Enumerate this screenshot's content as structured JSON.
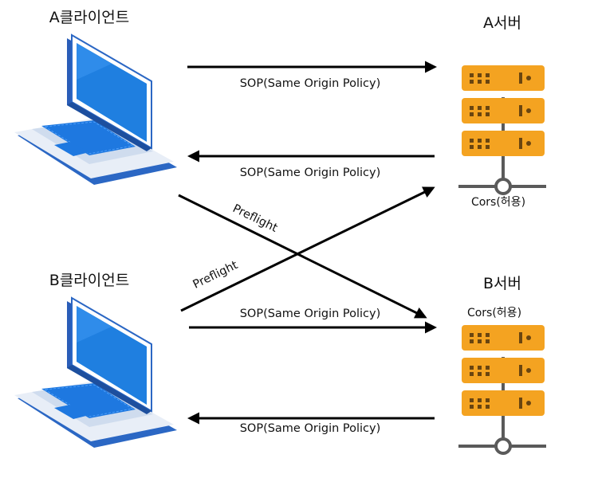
{
  "client_a": {
    "title": "A클라이언트"
  },
  "client_b": {
    "title": "B클라이언트"
  },
  "server_a": {
    "title": "A서버",
    "cors": "Cors(허용)"
  },
  "server_b": {
    "title": "B서버",
    "cors": "Cors(허용)"
  },
  "edges": [
    {
      "label": "SOP(Same Origin Policy)"
    },
    {
      "label": "SOP(Same Origin Policy)"
    },
    {
      "label": "SOP(Same Origin Policy)"
    },
    {
      "label": "SOP(Same Origin Policy)"
    },
    {
      "label": "Preflight"
    },
    {
      "label": "Preflight"
    }
  ],
  "colors": {
    "server_body": "#f4a321",
    "server_detail": "#6a4510",
    "server_stand": "#5a5a5a",
    "laptop_screen": "#1f7fe0",
    "laptop_frame": "#2b67c4",
    "laptop_base": "#dde6f2",
    "arrow": "#000000"
  }
}
